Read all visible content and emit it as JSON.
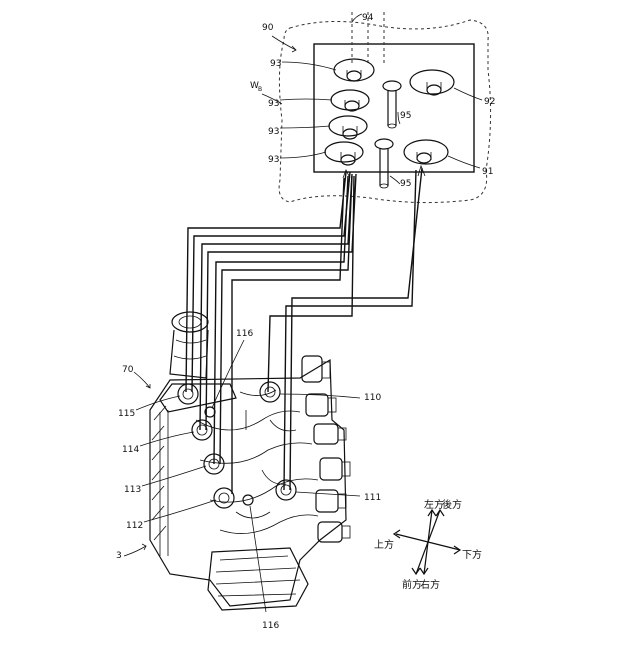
{
  "refs": {
    "assembly": "3",
    "block": "70",
    "r110": "110",
    "r111": "111",
    "r112": "112",
    "r113": "113",
    "r114": "114",
    "r115": "115",
    "r116_top": "116",
    "r116_bottom": "116",
    "housing": "90",
    "port91": "91",
    "port92": "92",
    "bore94": "94",
    "pin95_upper": "95",
    "pin95_lower": "95",
    "cup93_1": "93",
    "cup93_2": "93",
    "cup93_3": "93",
    "cup93_4": "93",
    "work_main": "W",
    "work_sub": "B"
  },
  "directions": {
    "up": "上方",
    "down": "下方",
    "left": "左方",
    "right": "右方",
    "front": "前方",
    "rear": "後方"
  }
}
